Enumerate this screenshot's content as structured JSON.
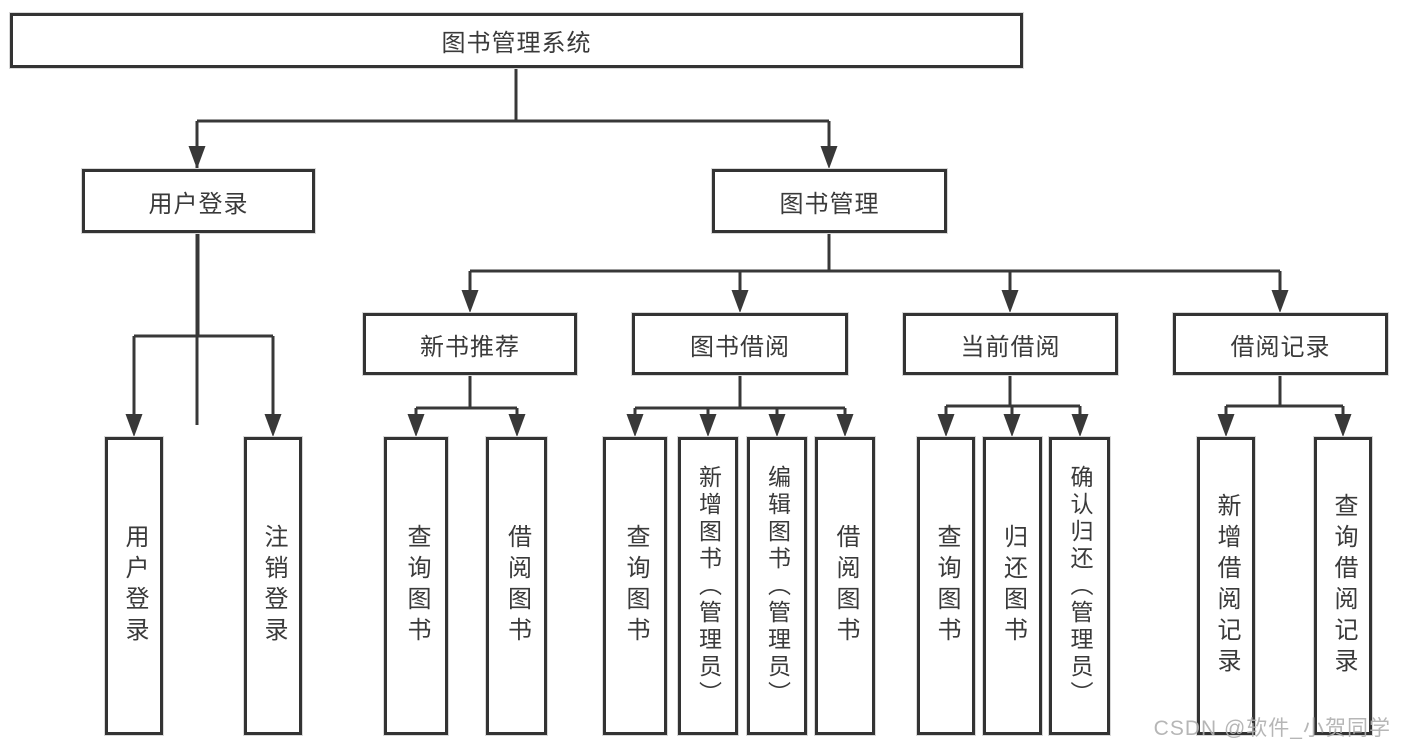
{
  "diagram": {
    "title": "图书管理系统",
    "branches": [
      {
        "label": "用户登录",
        "children": [
          "用户登录",
          "注销登录"
        ]
      },
      {
        "label": "图书管理",
        "groups": [
          {
            "label": "新书推荐",
            "children": [
              "查询图书",
              "借阅图书"
            ]
          },
          {
            "label": "图书借阅",
            "children": [
              "查询图书",
              "新增图书（管理员）",
              "编辑图书（管理员）",
              "借阅图书"
            ]
          },
          {
            "label": "当前借阅",
            "children": [
              "查询图书",
              "归还图书",
              "确认归还（管理员）"
            ]
          },
          {
            "label": "借阅记录",
            "children": [
              "新增借阅记录",
              "查询借阅记录"
            ]
          }
        ]
      }
    ]
  },
  "watermark": {
    "text": "CSDN @软件_小贺同学"
  },
  "colors": {
    "line": "#383838",
    "border": "#333333",
    "text": "#3a3a3a",
    "background": "#ffffff",
    "watermark": "#b0b0b0"
  }
}
